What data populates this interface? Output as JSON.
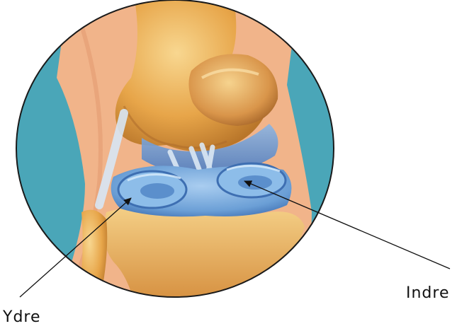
{
  "figure": {
    "subject": "knee-joint-meniscus-illustration",
    "labels": {
      "outer": "Ydre",
      "inner": "Indre"
    },
    "colors": {
      "background": "#ffffff",
      "circle_backdrop": "#4aa6b8",
      "skin": "#f1b48a",
      "bone": "#e8a64a",
      "bone_highlight": "#f6cf85",
      "meniscus": "#7fb1e0",
      "meniscus_dark": "#3f72b5",
      "ligament": "#cfe1f1",
      "arrow": "#111111"
    }
  }
}
